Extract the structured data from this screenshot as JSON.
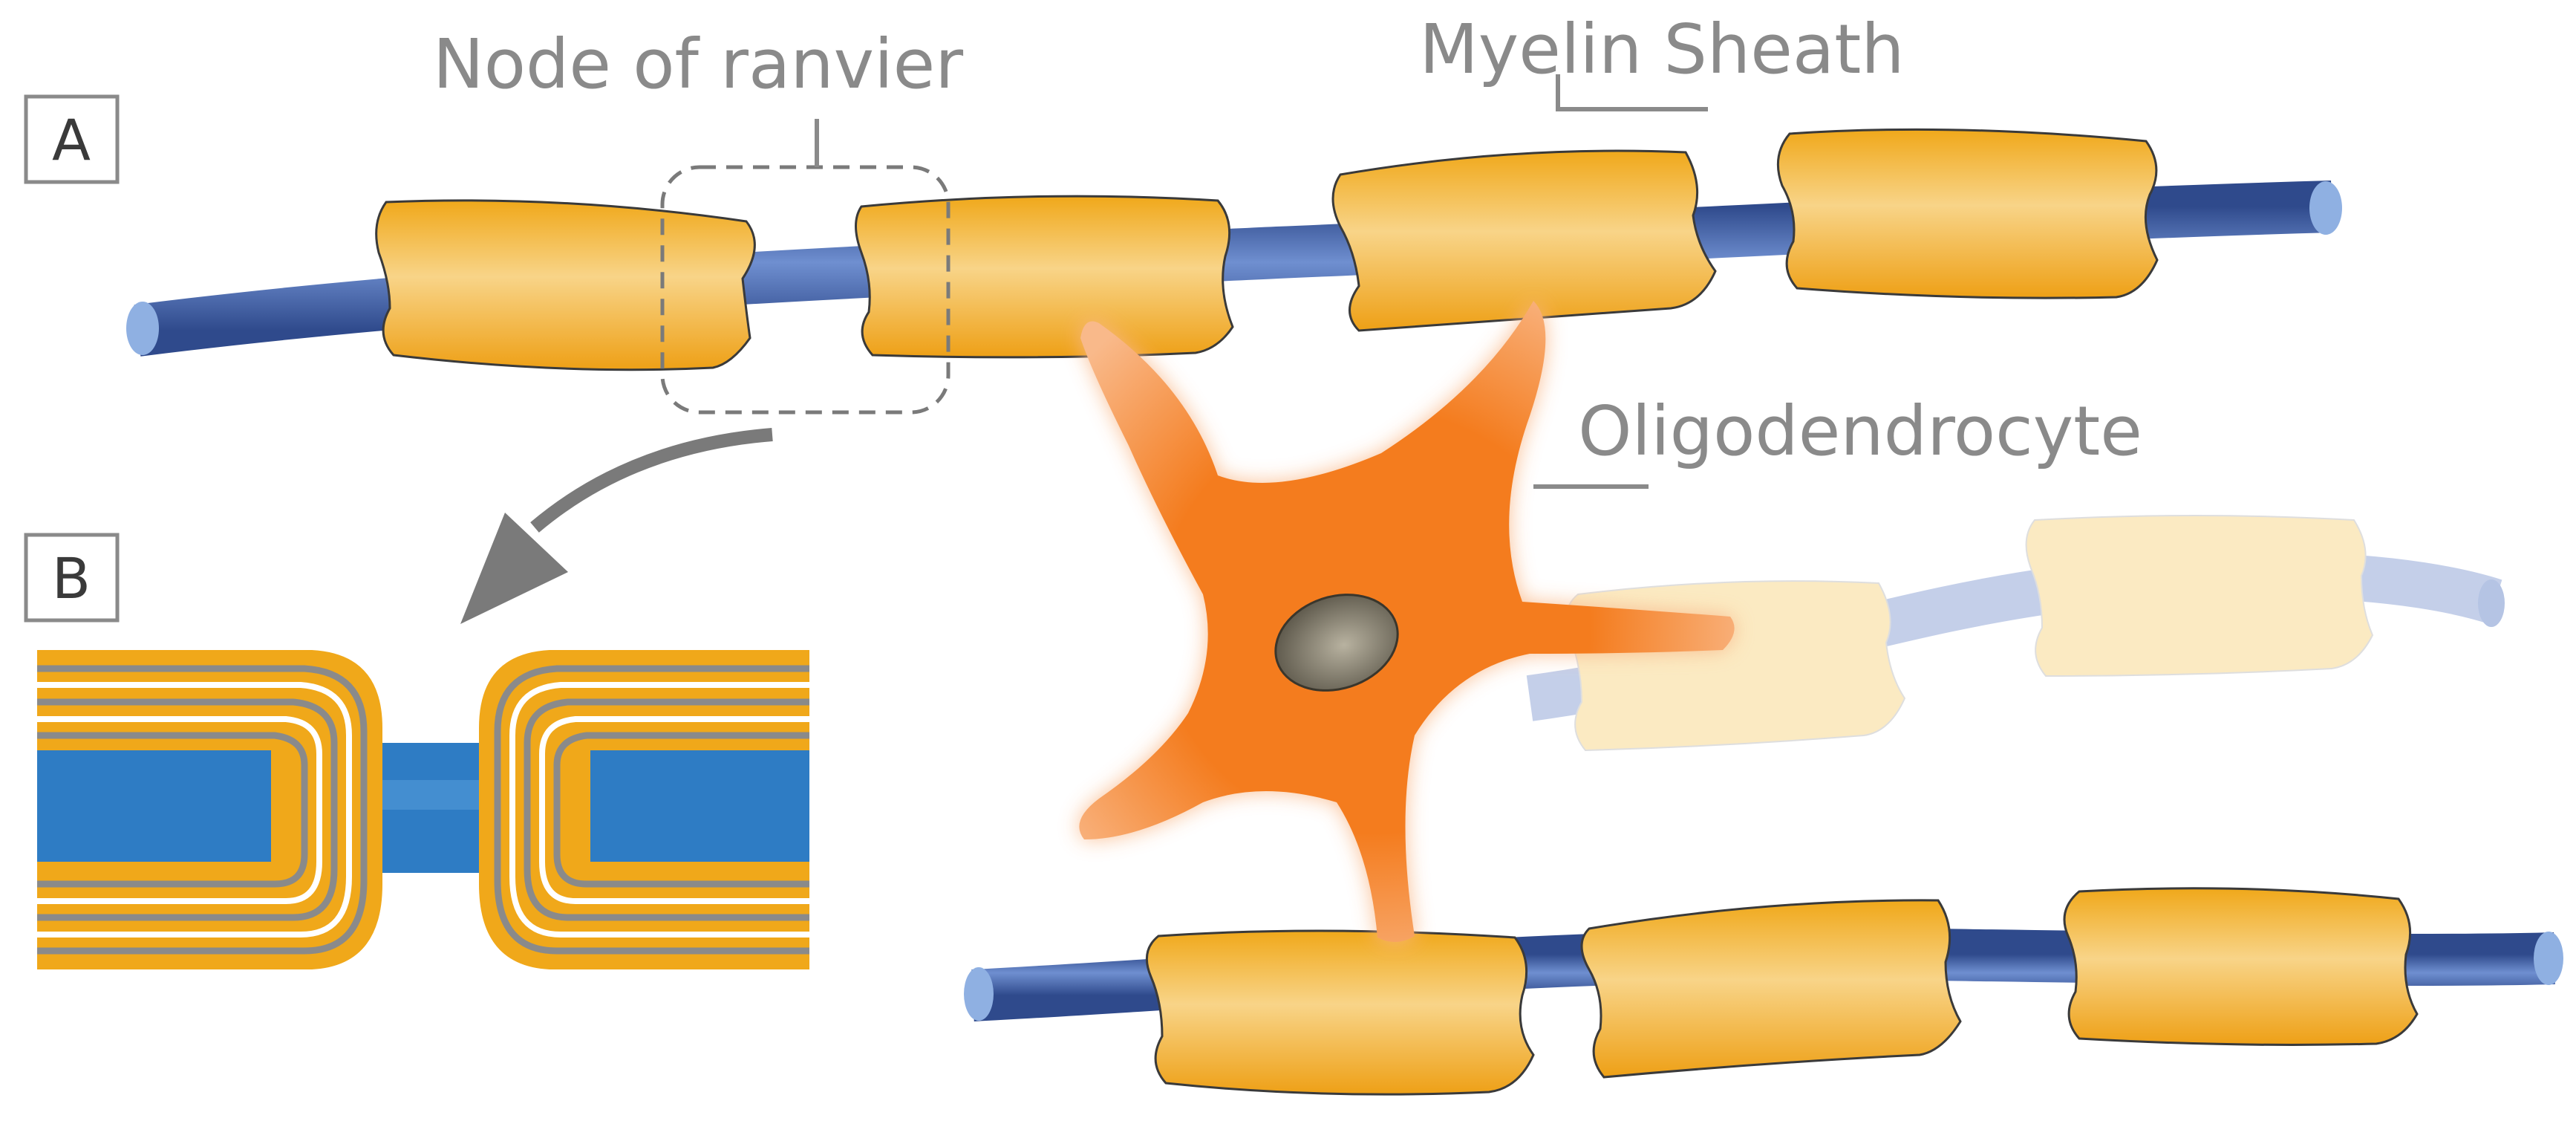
{
  "labels": {
    "panel_a": "A",
    "panel_b": "B",
    "node_of_ranvier": "Node of ranvier",
    "myelin_sheath": "Myelin Sheath",
    "oligodendrocyte": "Oligodendrocyte"
  },
  "colors": {
    "axon_blue": "#3f5fa6",
    "axon_light": "#9dbbe6",
    "myelin_yellow": "#f0a81a",
    "myelin_light": "#f8d27a",
    "oligodendrocyte_orange": "#f47c1e",
    "oligodendrocyte_light": "#f9b98a",
    "nucleus_gray": "#6f6a5e",
    "label_gray": "#8a8a8a",
    "arrow_gray": "#7a7a7a",
    "detail_axon": "#2e7cc4"
  },
  "icons": {
    "callout_arrow": "curved-arrow-icon"
  }
}
